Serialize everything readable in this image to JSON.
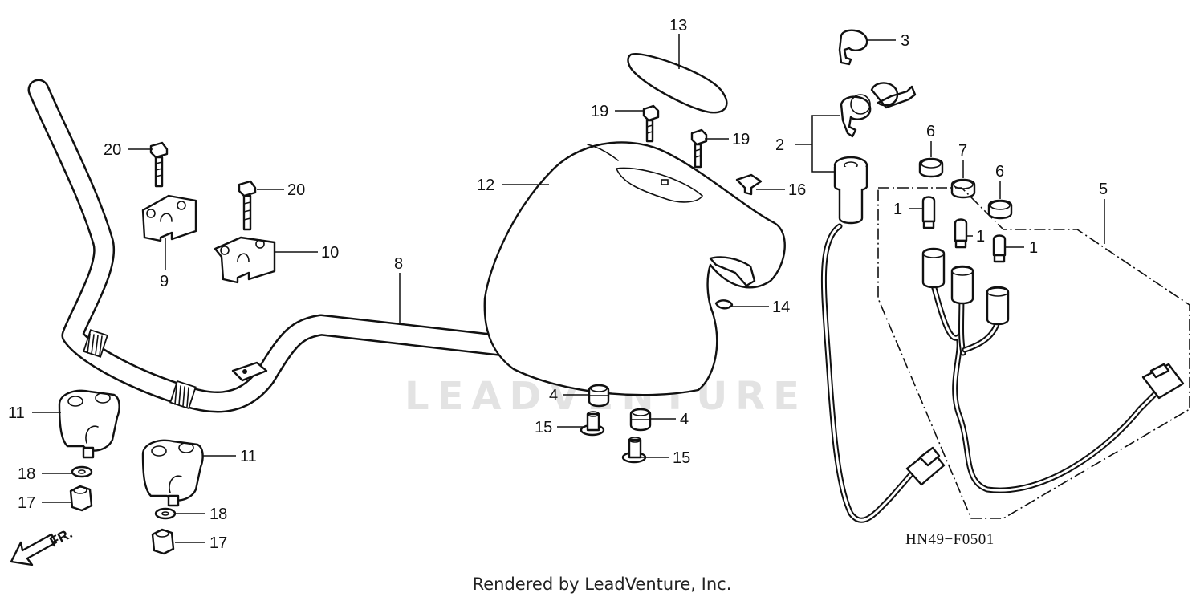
{
  "callouts": {
    "p1a": "1",
    "p1b": "1",
    "p1c": "1",
    "p2": "2",
    "p3": "3",
    "p4a": "4",
    "p4b": "4",
    "p5": "5",
    "p6a": "6",
    "p6b": "6",
    "p7": "7",
    "p8": "8",
    "p9": "9",
    "p10": "10",
    "p11a": "11",
    "p11b": "11",
    "p12": "12",
    "p13": "13",
    "p14": "14",
    "p15a": "15",
    "p15b": "15",
    "p16": "16",
    "p17a": "17",
    "p17b": "17",
    "p18a": "18",
    "p18b": "18",
    "p19a": "19",
    "p19b": "19",
    "p20a": "20",
    "p20b": "20"
  },
  "front_indicator": "FR.",
  "reference_code": "HN49−F0501",
  "watermark": "LEADVENTURE",
  "credit": "Rendered by LeadVenture, Inc."
}
